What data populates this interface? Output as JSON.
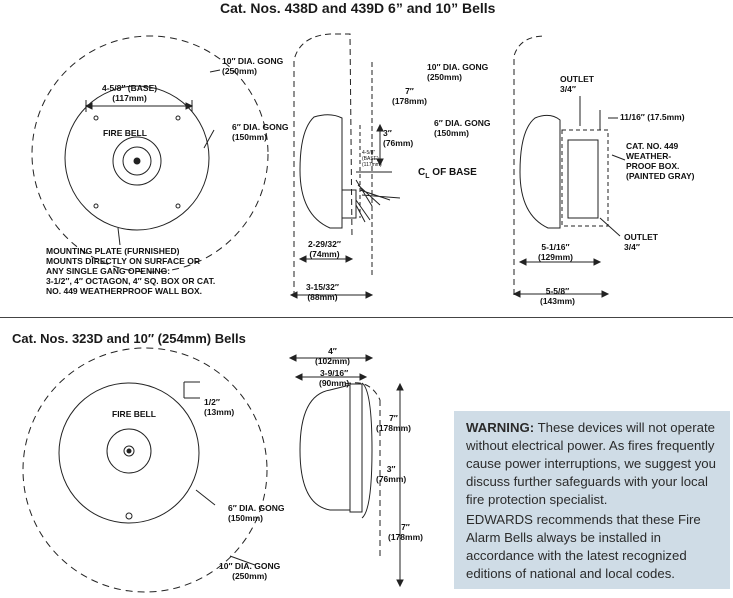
{
  "titles": {
    "top": "Cat. Nos. 438D and 439D 6” and 10” Bells",
    "bottom": "Cat. Nos. 323D and 10″ (254mm) Bells"
  },
  "top_diagram": {
    "gong_10": "10″ DIA. GONG\n(250mm)",
    "base": "4-5/8″ (BASE)\n(117mm)",
    "fire_bell": "FIRE BELL",
    "gong_6": "6″ DIA. GONG\n(150mm)",
    "mounting_note": "MOUNTING PLATE (FURNISHED)\nMOUNTS DIRECTLY ON SURFACE OR\nANY SINGLE GANG OPENING:\n3-1/2″, 4″ OCTAGON, 4″ SQ. BOX OR CAT.\nNO. 449 WEATHERPROOF WALL BOX.",
    "side_7": "7″\n(178mm)",
    "side_3": "3″\n(76mm)",
    "side_base_small": "4-5/8″\n(BASE)\n(117mm)",
    "cl_base": "C",
    "cl_sub": "L",
    "cl_rest": " OF BASE",
    "side_229": "2-29/32″\n(74mm)",
    "side_315": "3-15/32″\n(88mm)",
    "wp_gong_10": "10″ DIA. GONG\n(250mm)",
    "wp_gong_6": "6″ DIA. GONG\n(150mm)",
    "outlet_top": "OUTLET\n3/4″",
    "dim_1116": "11/16″ (17.5mm)",
    "cat_449": "CAT. NO. 449\nWEATHER-\nPROOF BOX.\n(PAINTED GRAY)",
    "outlet_bottom": "OUTLET\n3/4″",
    "dim_5116": "5-1/16″\n(129mm)",
    "dim_558": "5-5/8″\n(143mm)"
  },
  "bottom_diagram": {
    "dim_12": "1/2″\n(13mm)",
    "fire_bell": "FIRE BELL",
    "gong_6": "6″ DIA. GONG\n(150mm)",
    "gong_10": "10″ DIA. GONG\n(250mm)",
    "dim_4": "4″\n(102mm)",
    "dim_3916": "3-9/16″\n(90mm)",
    "dim_7a": "7″\n(178mm)",
    "dim_3": "3″\n(76mm)",
    "dim_7b": "7″\n(178mm)"
  },
  "warning": {
    "heading": "WARNING:",
    "body": " These devices will not operate without electrical power. As fires frequently cause power interruptions, we suggest you discuss further safeguards with your local fire protection specialist.",
    "second": "EDWARDS recommends that these Fire Alarm Bells always be installed in accordance with the latest recognized editions of national and local codes."
  }
}
